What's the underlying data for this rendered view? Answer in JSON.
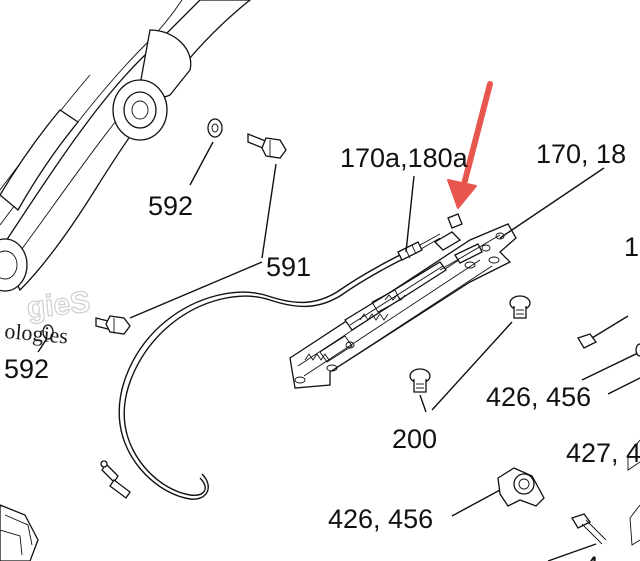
{
  "callouts": {
    "c592_top": "592",
    "c591": "591",
    "c592_left": "592",
    "c170a": "170a,180a",
    "c170": "170, 18",
    "c1": "1",
    "c426a": "426, 456",
    "c200": "200",
    "c427": "427, 4",
    "c426b": "426, 456",
    "c_bottom": "4"
  },
  "watermark": {
    "fragment1": "ologies",
    "fragment2": "gieS"
  },
  "arrow_color": "#e8574f"
}
